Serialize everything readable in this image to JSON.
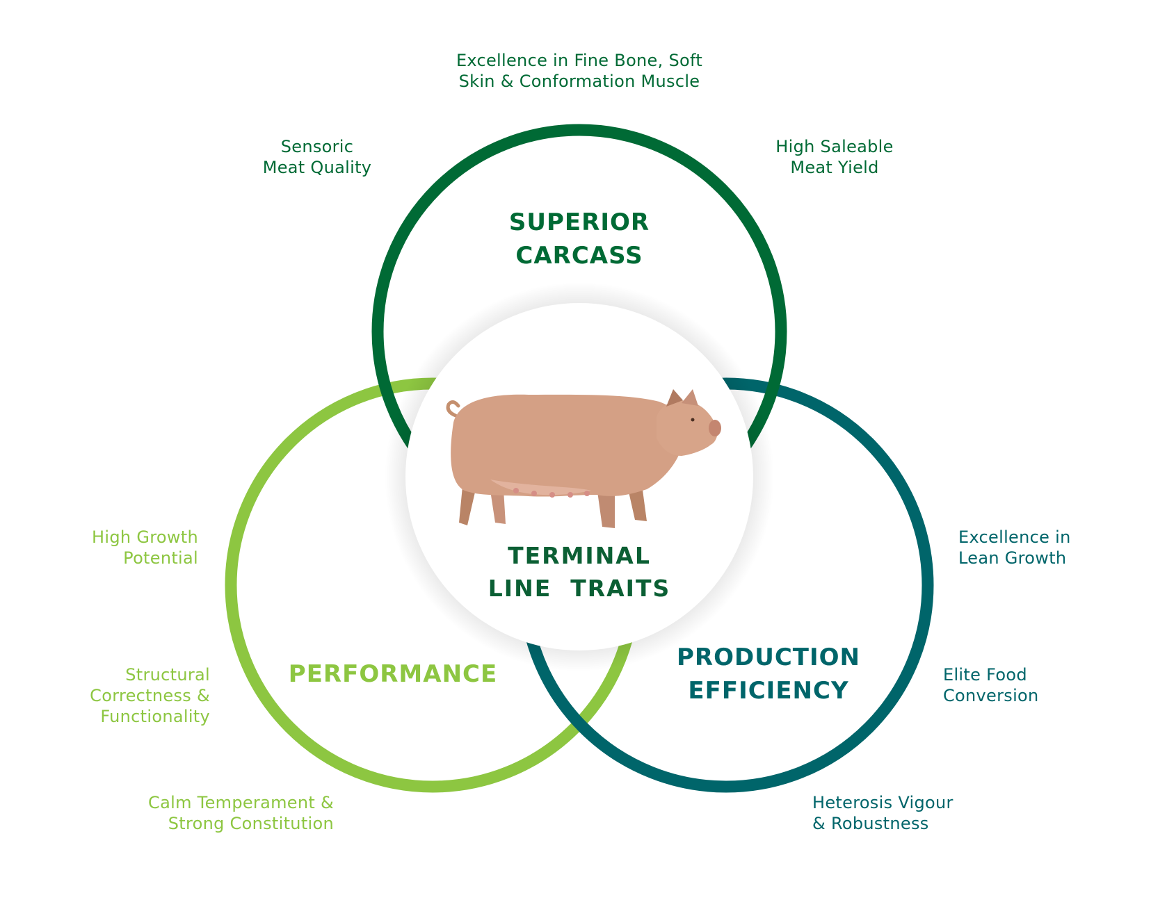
{
  "diagram": {
    "center_title": "TERMINAL\nLINE  TRAITS",
    "circles": {
      "superior_carcass": "SUPERIOR\nCARCASS",
      "performance": "PERFORMANCE",
      "production_efficiency": "PRODUCTION\nEFFICIENCY"
    },
    "traits": {
      "fine_bone": "Excellence in Fine Bone, Soft\nSkin & Conformation Muscle",
      "sensoric": "Sensoric\nMeat Quality",
      "saleable": "High Saleable\nMeat Yield",
      "growth_potential": "High Growth\nPotential",
      "structural": "Structural\nCorrectness &\nFunctionality",
      "calm": "Calm Temperament &\nStrong Constitution",
      "lean_growth": "Excellence in\nLean Growth",
      "food_conversion": "Elite Food\nConversion",
      "heterosis": "Heterosis Vigour\n& Robustness"
    },
    "icons": {
      "center": "pig-icon"
    },
    "colors": {
      "dark_green": "#006a35",
      "light_green": "#8dc641",
      "teal": "#00656a"
    }
  }
}
